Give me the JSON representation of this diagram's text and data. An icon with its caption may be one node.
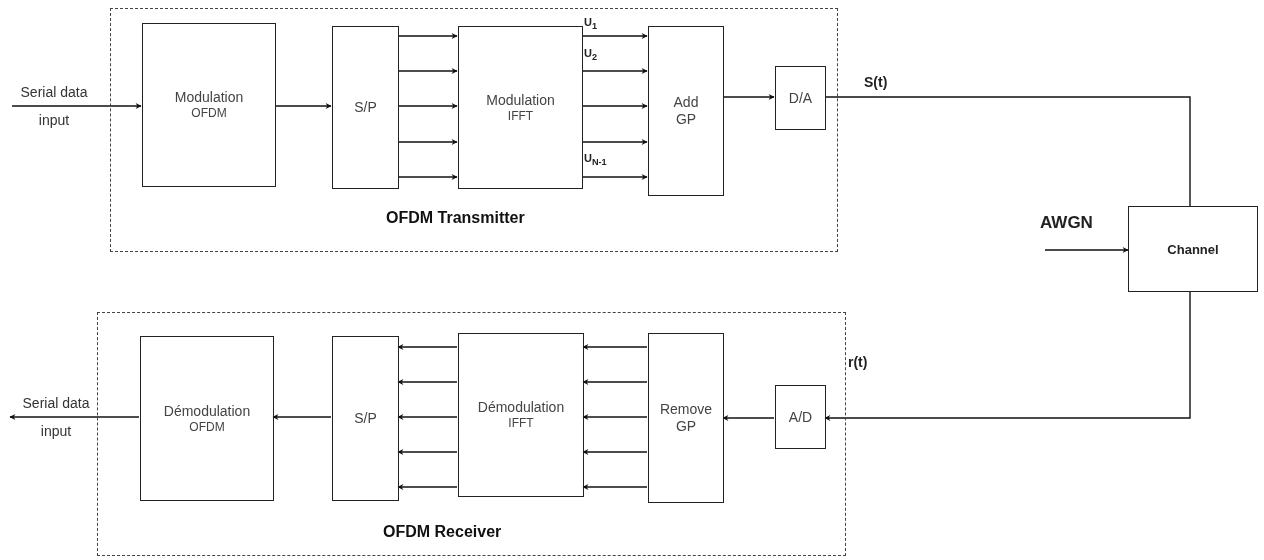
{
  "diagram": {
    "nodes": [
      {
        "text": [
          "OFDM Transmitter"
        ]
      },
      {
        "text": [
          "Modulation",
          "OFDM"
        ],
        "in": 0
      },
      {
        "text": [
          "S/P"
        ],
        "in": 0
      },
      {
        "text": [
          "Modulation",
          "IFFT"
        ],
        "in": 0
      },
      {
        "text": [
          "Add GP"
        ],
        "in": 0
      },
      {
        "text": [
          "D/A"
        ],
        "in": 0
      },
      {
        "text": [
          "Channel"
        ]
      },
      {
        "text": [
          "OFDM Receiver"
        ]
      },
      {
        "text": [
          "Démodulation",
          "OFDM"
        ],
        "in": 7
      },
      {
        "text": [
          "S/P"
        ],
        "in": 7
      },
      {
        "text": [
          "Démodulation",
          "IFFT"
        ],
        "in": 7
      },
      {
        "text": [
          "Remove GP"
        ],
        "in": 7
      },
      {
        "text": [
          "A/D"
        ],
        "in": 7
      }
    ],
    "edges": [
      {
        "from": null,
        "to": 1,
        "arrow": "to",
        "label": "Serial data input"
      },
      {
        "from": 1,
        "to": 2,
        "arrow": "to"
      },
      {
        "from": 2,
        "to": 3,
        "arrow": "to"
      },
      {
        "from": 2,
        "to": 3,
        "arrow": "to"
      },
      {
        "from": 2,
        "to": 3,
        "arrow": "to"
      },
      {
        "from": 2,
        "to": 3,
        "arrow": "to"
      },
      {
        "from": 2,
        "to": 3,
        "arrow": "to"
      },
      {
        "from": 3,
        "to": 4,
        "arrow": "to",
        "label": "U$_{1}$"
      },
      {
        "from": 3,
        "to": 4,
        "arrow": "to",
        "label": "U$_{2}$"
      },
      {
        "from": 3,
        "to": 4,
        "arrow": "to"
      },
      {
        "from": 3,
        "to": 4,
        "arrow": "to"
      },
      {
        "from": 3,
        "to": 4,
        "arrow": "to",
        "label": "U$_{N-1}$"
      },
      {
        "from": 4,
        "to": 5,
        "arrow": "to"
      },
      {
        "from": 5,
        "to": 6,
        "arrow": "none",
        "label": "S(t)"
      },
      {
        "from": null,
        "to": 6,
        "arrow": "to",
        "label": "AWGN"
      },
      {
        "from": 6,
        "to": 12,
        "arrow": "to",
        "label": "r(t)"
      },
      {
        "from": 12,
        "to": 11,
        "arrow": "to"
      },
      {
        "from": 11,
        "to": 10,
        "arrow": "to"
      },
      {
        "from": 11,
        "to": 10,
        "arrow": "to"
      },
      {
        "from": 11,
        "to": 10,
        "arrow": "to"
      },
      {
        "from": 11,
        "to": 10,
        "arrow": "to"
      },
      {
        "from": 11,
        "to": 10,
        "arrow": "to"
      },
      {
        "from": 10,
        "to": 9,
        "arrow": "to"
      },
      {
        "from": 10,
        "to": 9,
        "arrow": "to"
      },
      {
        "from": 10,
        "to": 9,
        "arrow": "to"
      },
      {
        "from": 10,
        "to": 9,
        "arrow": "to"
      },
      {
        "from": 10,
        "to": 9,
        "arrow": "to"
      },
      {
        "from": 9,
        "to": 8,
        "arrow": "to"
      },
      {
        "from": 8,
        "to": null,
        "arrow": "to",
        "label": "Serial data input"
      }
    ]
  }
}
